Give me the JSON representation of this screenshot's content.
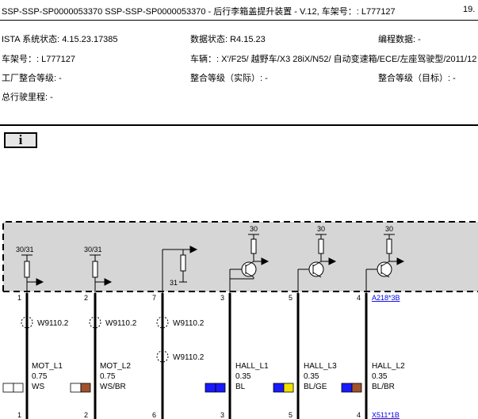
{
  "header": {
    "title": "SSP-SSP-SP0000053370 SSP-SSP-SP0000053370 - 后行李箱盖提升装置 - V.12, 车架号：: L777127",
    "page": "19."
  },
  "info": {
    "ista_status": "ISTA 系统状态: 4.15.23.17385",
    "data_status": "数据状态: R4.15.23",
    "programming_data": "编程数据: -",
    "vin": "车架号：: L777127",
    "vehicle": "车辆：: X'/F25/ 越野车/X3 28iX/N52/ 自动变速箱/ECE/左座驾驶型/2011/12",
    "factory_level": "工厂整合等级: -",
    "actual_level": "整合等级（实际）: -",
    "target_level": "整合等级（目标）: -",
    "mileage": "总行驶里程: -"
  },
  "info_icon": {
    "glyph": "i"
  },
  "diagram": {
    "top_connector": "A218*3B",
    "bottom_connector": "X511*1B",
    "terminal_30_31": "30/31",
    "terminal_30": "30",
    "terminal_31": "31",
    "splice": "W9110.2",
    "pins": [
      {
        "top": "1",
        "bottom": "1",
        "signal": "MOT_L1",
        "size": "0.75",
        "color": "WS",
        "swatch": [
          "#ffffff",
          "#ffffff"
        ]
      },
      {
        "top": "2",
        "bottom": "2",
        "signal": "MOT_L2",
        "size": "0.75",
        "color": "WS/BR",
        "swatch": [
          "#ffffff",
          "#a0522d"
        ]
      },
      {
        "top": "7",
        "bottom": "6",
        "signal": "",
        "size": "",
        "color": "",
        "swatch": [
          "#1a1aff",
          "#1a1aff"
        ]
      },
      {
        "top": "3",
        "bottom": "3",
        "signal": "HALL_L1",
        "size": "0.35",
        "color": "BL",
        "swatch": [
          "#1a1aff",
          "#f2e200"
        ]
      },
      {
        "top": "5",
        "bottom": "5",
        "signal": "HALL_L3",
        "size": "0.35",
        "color": "BL/GE",
        "swatch": [
          "#1a1aff",
          "#a0522d"
        ]
      },
      {
        "top": "4",
        "bottom": "4",
        "signal": "HALL_L2",
        "size": "0.35",
        "color": "BL/BR",
        "swatch": []
      }
    ]
  }
}
